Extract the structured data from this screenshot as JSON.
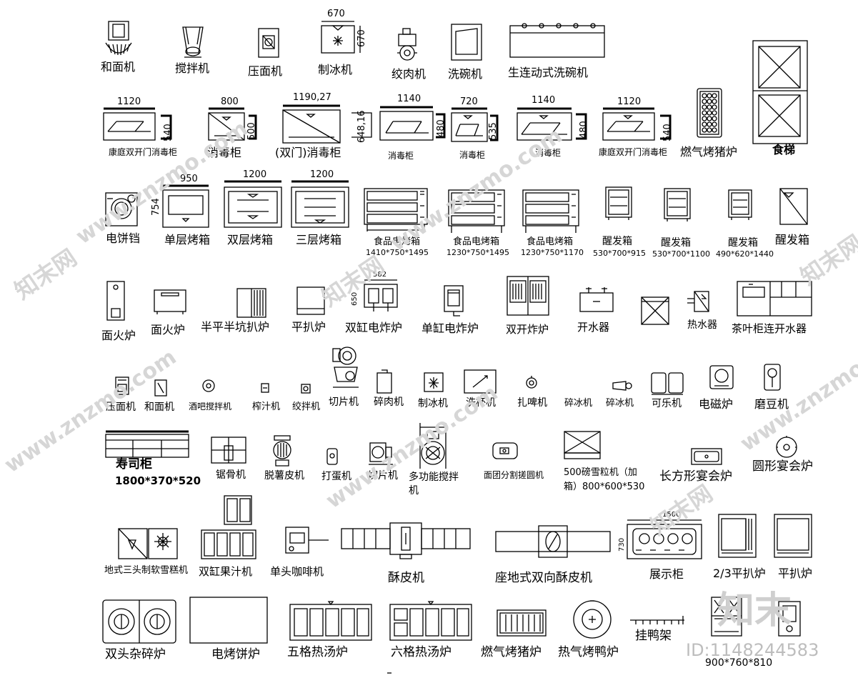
{
  "row1": {
    "dough_mixer": "和面机",
    "stirring_machine": "搅拌机",
    "noodle_press": "压面机",
    "ice_maker": "制冰机",
    "ice_maker_dim_w": "670",
    "ice_maker_dim_h": "670",
    "meat_grinder": "绞肉机",
    "dishwasher": "洗碗机",
    "conveyor_dishwasher": "生连动式洗碗机"
  },
  "row2": {
    "cab1_label": "康庭双开门消毒柜",
    "cab1_w": "1120",
    "cab1_h": "540",
    "cab2_label": "消毒柜",
    "cab2_w": "800",
    "cab2_h": "500",
    "cab3_label": "(双门)消毒柜",
    "cab3_w": "1190,27",
    "cab3_h": "648,16",
    "cab4_label": "消毒柜",
    "cab4_w": "1140",
    "cab4_h": "480",
    "cab5_label": "消毒柜",
    "cab5_w": "720",
    "cab5_h": "535",
    "cab6_label": "消毒柜",
    "cab6_w": "1140",
    "cab6_h": "480",
    "cab7_label": "康庭双开门消毒柜",
    "cab7_w": "1120",
    "cab7_h": "540",
    "gas_pig_roaster": "燃气烤猪炉",
    "dumbwaiter": "食梯"
  },
  "row3": {
    "pancake_pan": "电饼铛",
    "single_oven": "单层烤箱",
    "single_oven_w": "950",
    "single_oven_h": "754",
    "double_oven": "双层烤箱",
    "double_oven_w": "1200",
    "triple_oven": "三层烤箱",
    "triple_oven_w": "1200",
    "elec_oven1": "食品电烤箱",
    "elec_oven1_size": "1410*750*1495",
    "elec_oven2": "食品电烤箱",
    "elec_oven2_size": "1230*750*1495",
    "elec_oven3": "食品电烤箱",
    "elec_oven3_size": "1230*750*1170",
    "proofer1": "醒发箱",
    "proofer1_size": "530*700*915",
    "proofer2": "醒发箱",
    "proofer2_size": "530*700*1100",
    "proofer3": "醒发箱",
    "proofer3_size": "490*620*1440",
    "proofer4": "醒发箱"
  },
  "row4": {
    "salamander1": "面火炉",
    "salamander2": "面火炉",
    "half_griddle": "半平半坑扒炉",
    "flat_griddle": "平扒炉",
    "double_fryer": "双缸电炸炉",
    "double_fryer_w": "582",
    "double_fryer_h": "650",
    "single_fryer": "单缸电炸炉",
    "twin_fryer": "双开炸炉",
    "water_boiler": "开水器",
    "water_heater": "热水器",
    "tea_cabinet": "茶叶柜连开水器"
  },
  "row5": {
    "noodle_press": "压面机",
    "dough_mixer": "和面机",
    "bar_mixer": "酒吧搅拌机",
    "juicer": "榨汁机",
    "stirrer": "绞拌机",
    "slicer": "切片机",
    "mincer": "碎肉机",
    "ice_maker": "制冰机",
    "cup_washer": "洗杯机",
    "beer_tap": "扎啤机",
    "ice_crusher1": "碎冰机",
    "ice_crusher2": "碎冰机",
    "cola_machine": "可乐机",
    "induction": "电磁炉",
    "bean_grinder": "磨豆机"
  },
  "row6": {
    "sushi_cabinet": "寿司柜",
    "sushi_size": "1800*370*520",
    "bone_saw": "锯骨机",
    "potato_peeler": "脱薯皮机",
    "egg_beater": "打蛋机",
    "slicer": "切片机",
    "multi_mixer_1": "多功能搅拌",
    "multi_mixer_2": "机",
    "dough_divider": "面团分割搓圆机",
    "snow_ice_1": "500磅雪粒机（加",
    "snow_ice_2": "箱）800*600*530",
    "rect_banquet": "长方形宴会炉",
    "round_banquet": "圆形宴会炉"
  },
  "row7": {
    "soft_serve": "地式三头制软雪糕机",
    "twin_juice": "双缸果汁机",
    "coffee": "单头咖啡机",
    "pastry_sheeter": "酥皮机",
    "floor_sheeter": "座地式双向酥皮机",
    "display_cab": "展示柜",
    "display_w": "1500",
    "display_h": "730",
    "griddle_23": "2/3平扒炉",
    "griddle": "平扒炉"
  },
  "row8": {
    "double_chopper": "双头杂碎炉",
    "elec_pancake": "电烤饼炉",
    "bain_marie5": "五格热汤炉",
    "bain_marie6": "六格热汤炉",
    "gas_pig_roaster": "燃气烤猪炉",
    "hot_air_duck": "热气烤鸭炉",
    "duck_rack": "挂鸭架",
    "last_size": "900*760*810"
  },
  "watermarks": {
    "site": "www.znzmo.com",
    "brand": "知末网",
    "brand_short": "知末",
    "id": "ID:1148244583"
  }
}
